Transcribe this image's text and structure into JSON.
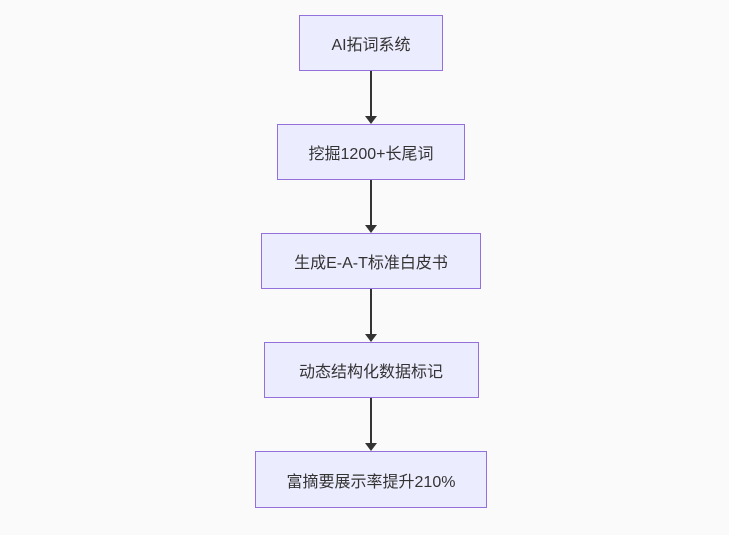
{
  "flowchart": {
    "type": "vertical-flowchart",
    "colors": {
      "bg": "#fafafa",
      "node_fill": "#ECECFF",
      "node_border": "#9370DB",
      "text": "#333333",
      "arrow": "#333333"
    },
    "nodes": [
      {
        "id": "n1",
        "label": "AI拓词系统"
      },
      {
        "id": "n2",
        "label": "挖掘1200+长尾词"
      },
      {
        "id": "n3",
        "label": "生成E-A-T标准白皮书"
      },
      {
        "id": "n4",
        "label": "动态结构化数据标记"
      },
      {
        "id": "n5",
        "label": "富摘要展示率提升210%"
      }
    ],
    "edges": [
      {
        "from": "n1",
        "to": "n2",
        "style": "solid-arrow"
      },
      {
        "from": "n2",
        "to": "n3",
        "style": "solid-arrow"
      },
      {
        "from": "n3",
        "to": "n4",
        "style": "solid-arrow"
      },
      {
        "from": "n4",
        "to": "n5",
        "style": "solid-arrow"
      }
    ]
  }
}
